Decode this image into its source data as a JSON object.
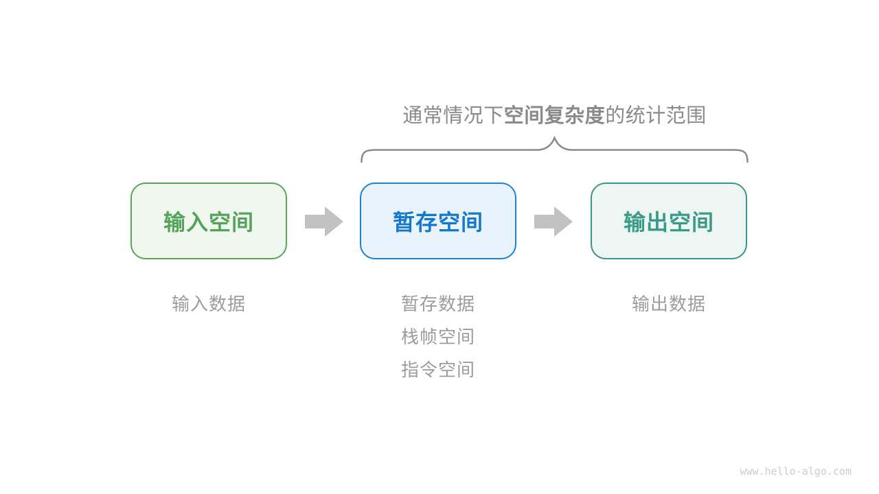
{
  "page": {
    "background_color": "#ffffff",
    "watermark": "www.hello-algo.com",
    "watermark_color": "#cccccc"
  },
  "annotation": {
    "title_prefix": "通常情况下",
    "title_bold": "空间复杂度",
    "title_suffix": "的统计范围",
    "color": "#8a8a8a"
  },
  "brace": {
    "color": "#8a8a8a"
  },
  "flow": {
    "boxes": [
      {
        "label": "输入空间",
        "text_color": "#55a35a",
        "border_color": "#5aa35d",
        "bg_color": "#f0f7ef",
        "notes": [
          "输入数据"
        ]
      },
      {
        "label": "暂存空间",
        "text_color": "#1478cb",
        "border_color": "#1e81d3",
        "bg_color": "#e9f3fc",
        "notes": [
          "暂存数据",
          "栈帧空间",
          "指令空间"
        ]
      },
      {
        "label": "输出空间",
        "text_color": "#3a9a88",
        "border_color": "#3c9486",
        "bg_color": "#edf6f2",
        "notes": [
          "输出数据"
        ]
      }
    ],
    "arrow_color": "#c2c2c2"
  },
  "notes": {
    "color": "#9c9c9c"
  }
}
